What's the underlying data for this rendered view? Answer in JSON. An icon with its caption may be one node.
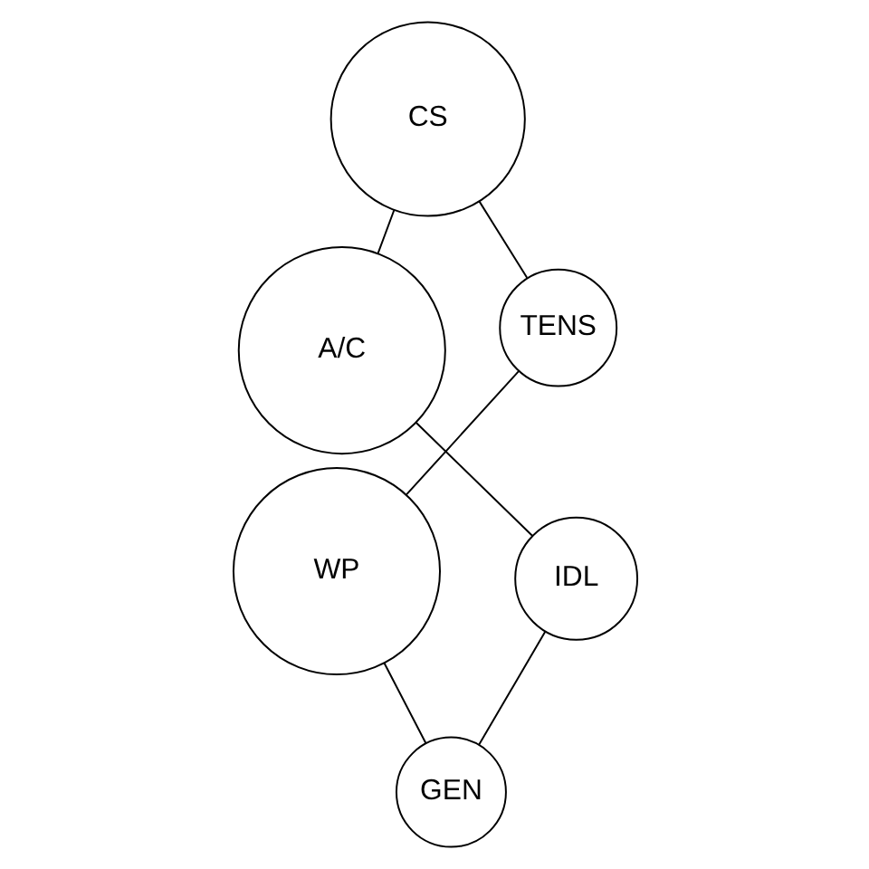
{
  "diagram": {
    "nodes": [
      {
        "text": [
          "WP"
        ]
      },
      {
        "text": [
          "TENS"
        ]
      },
      {
        "text": [
          "GEN"
        ]
      },
      {
        "text": [
          "CS"
        ]
      },
      {
        "text": [
          "IDL"
        ]
      },
      {
        "text": [
          "A/C"
        ]
      }
    ],
    "edges": [
      {
        "from": 0,
        "to": 2,
        "arrow": "none"
      },
      {
        "from": 2,
        "to": 4,
        "arrow": "none"
      },
      {
        "from": 4,
        "to": 5,
        "arrow": "none"
      },
      {
        "from": 5,
        "to": 3,
        "arrow": "none"
      },
      {
        "from": 3,
        "to": 1,
        "arrow": "none"
      },
      {
        "from": 1,
        "to": 0,
        "arrow": "none"
      }
    ]
  }
}
